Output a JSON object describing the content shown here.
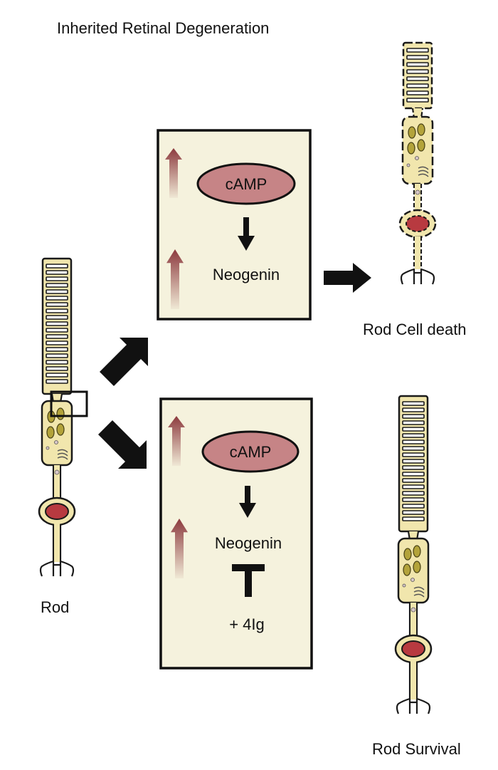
{
  "title": "Inherited Retinal Degeneration",
  "left_cell": {
    "label": "Rod"
  },
  "top_panel": {
    "molecule": "cAMP",
    "target": "Neogenin"
  },
  "bottom_panel": {
    "molecule": "cAMP",
    "target": "Neogenin",
    "treatment": "+ 4Ig"
  },
  "outcome_top": {
    "label": "Rod Cell death"
  },
  "outcome_bottom": {
    "label": "Rod Survival"
  },
  "colors": {
    "cell_fill": "#f1e6ad",
    "panel_fill": "#f5f2dd",
    "nucleus": "#b83a40",
    "camp_fill": "#c68486",
    "up_arrow": "#8c3a3e",
    "mito": "#b3a33a"
  }
}
